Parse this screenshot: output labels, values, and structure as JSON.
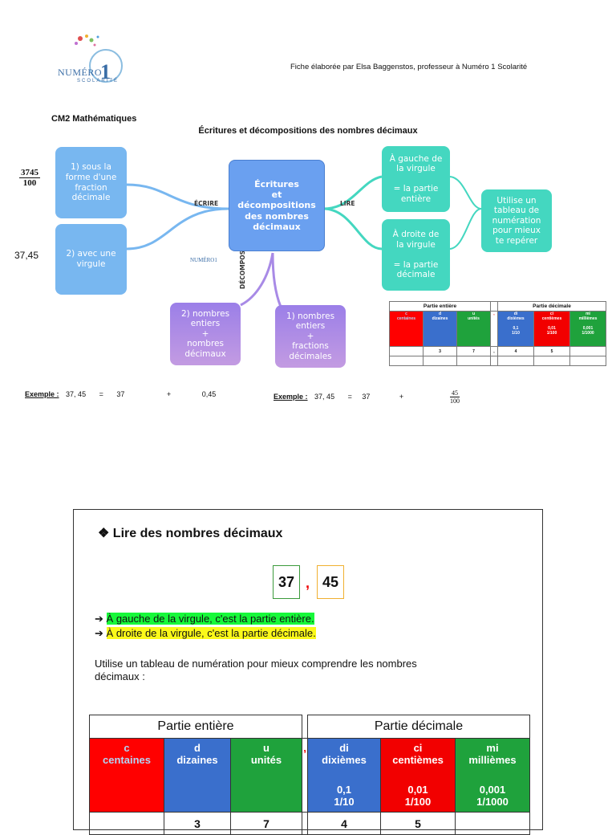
{
  "header": {
    "credit": "Fiche élaborée par Elsa Baggenstos, professeur à Numéro 1 Scolarité",
    "logo_text": "NUMÉRO",
    "logo_sub": "SCOLARITÉ",
    "logo_mini": "NUMÉRO1"
  },
  "subject": "CM2 Mathématiques",
  "title": "Écritures et décompositions des nombres décimaux",
  "mindmap": {
    "center": "Écritures\net\ndécompositions\ndes nombres\ndécimaux",
    "write_label": "ÉCRIRE",
    "read_label": "LIRE",
    "decompose_label": "DÉCOMPOSER",
    "write_1": "1) sous la\nforme d'une\nfraction\ndécimale",
    "write_2": "2) avec une\nvirgule",
    "read_left": "À gauche de\nla virgule\n\n= la partie\nentière",
    "read_right": "À droite de\nla virgule\n\n= la partie\ndécimale",
    "read_tip": "Utilise un\ntableau de\nnumération\npour mieux\nte repérer",
    "decomp_2": "2) nombres\nentiers\n+\nnombres\ndécimaux",
    "decomp_1": "1) nombres\nentiers\n+\nfractions\ndécimales",
    "fraction_num": "3745",
    "fraction_den": "100",
    "decimal_value": "37,45"
  },
  "mini_table": {
    "integer_header": "Partie entière",
    "decimal_header": "Partie décimale",
    "cols": [
      {
        "letter": "c",
        "name": "centaines",
        "value": "",
        "frac": ""
      },
      {
        "letter": "d",
        "name": "dizaines",
        "value": "3",
        "frac": ""
      },
      {
        "letter": "u",
        "name": "unités",
        "value": "7",
        "frac": ""
      },
      {
        "letter": "di",
        "name": "dixièmes",
        "value": "4",
        "frac": "0,1\n1/10"
      },
      {
        "letter": "ci",
        "name": "centièmes",
        "value": "5",
        "frac": "0,01\n1/100"
      },
      {
        "letter": "mi",
        "name": "millièmes",
        "value": "",
        "frac": "0,001\n1/1000"
      }
    ],
    "comma": ","
  },
  "examples": {
    "label": "Exemple :",
    "ex1": {
      "number": "37, 45",
      "eq": "=",
      "a": "37",
      "plus": "+",
      "b": "0,45"
    },
    "ex2": {
      "number": "37, 45",
      "eq": "=",
      "a": "37",
      "plus": "+",
      "num": "45",
      "den": "100"
    }
  },
  "panel": {
    "title": "❖  Lire des nombres décimaux",
    "digits_left": "37",
    "digits_right": "45",
    "comma": ",",
    "arrow": "➔",
    "rule_left": "À gauche de la virgule, c'est la partie entière.",
    "rule_right": "À droite de la virgule, c'est la partie décimale.",
    "advice": "Utilise un tableau de numération pour mieux comprendre les nombres décimaux :"
  },
  "big_table": {
    "integer_header": "Partie entière",
    "decimal_header": "Partie décimale",
    "comma": ",",
    "cols": [
      {
        "letter": "c",
        "name": "centaines",
        "value": "",
        "dec": "",
        "frac": ""
      },
      {
        "letter": "d",
        "name": "dizaines",
        "value": "3",
        "dec": "",
        "frac": ""
      },
      {
        "letter": "u",
        "name": "unités",
        "value": "7",
        "dec": "",
        "frac": ""
      },
      {
        "letter": "di",
        "name": "dixièmes",
        "value": "4",
        "dec": "0,1",
        "frac": "1/10"
      },
      {
        "letter": "ci",
        "name": "centièmes",
        "value": "5",
        "dec": "0,01",
        "frac": "1/100"
      },
      {
        "letter": "mi",
        "name": "millièmes",
        "value": "",
        "dec": "0,001",
        "frac": "1/1000"
      }
    ]
  },
  "colors": {
    "red": "#ff0000",
    "blue": "#3a6fcc",
    "green": "#1fa23c",
    "highlight_green": "#17f83a",
    "highlight_yellow": "#fbf91a",
    "map_blue": "#78b7f0",
    "map_teal": "#44d7c0",
    "map_purple": "#a88ae6"
  }
}
